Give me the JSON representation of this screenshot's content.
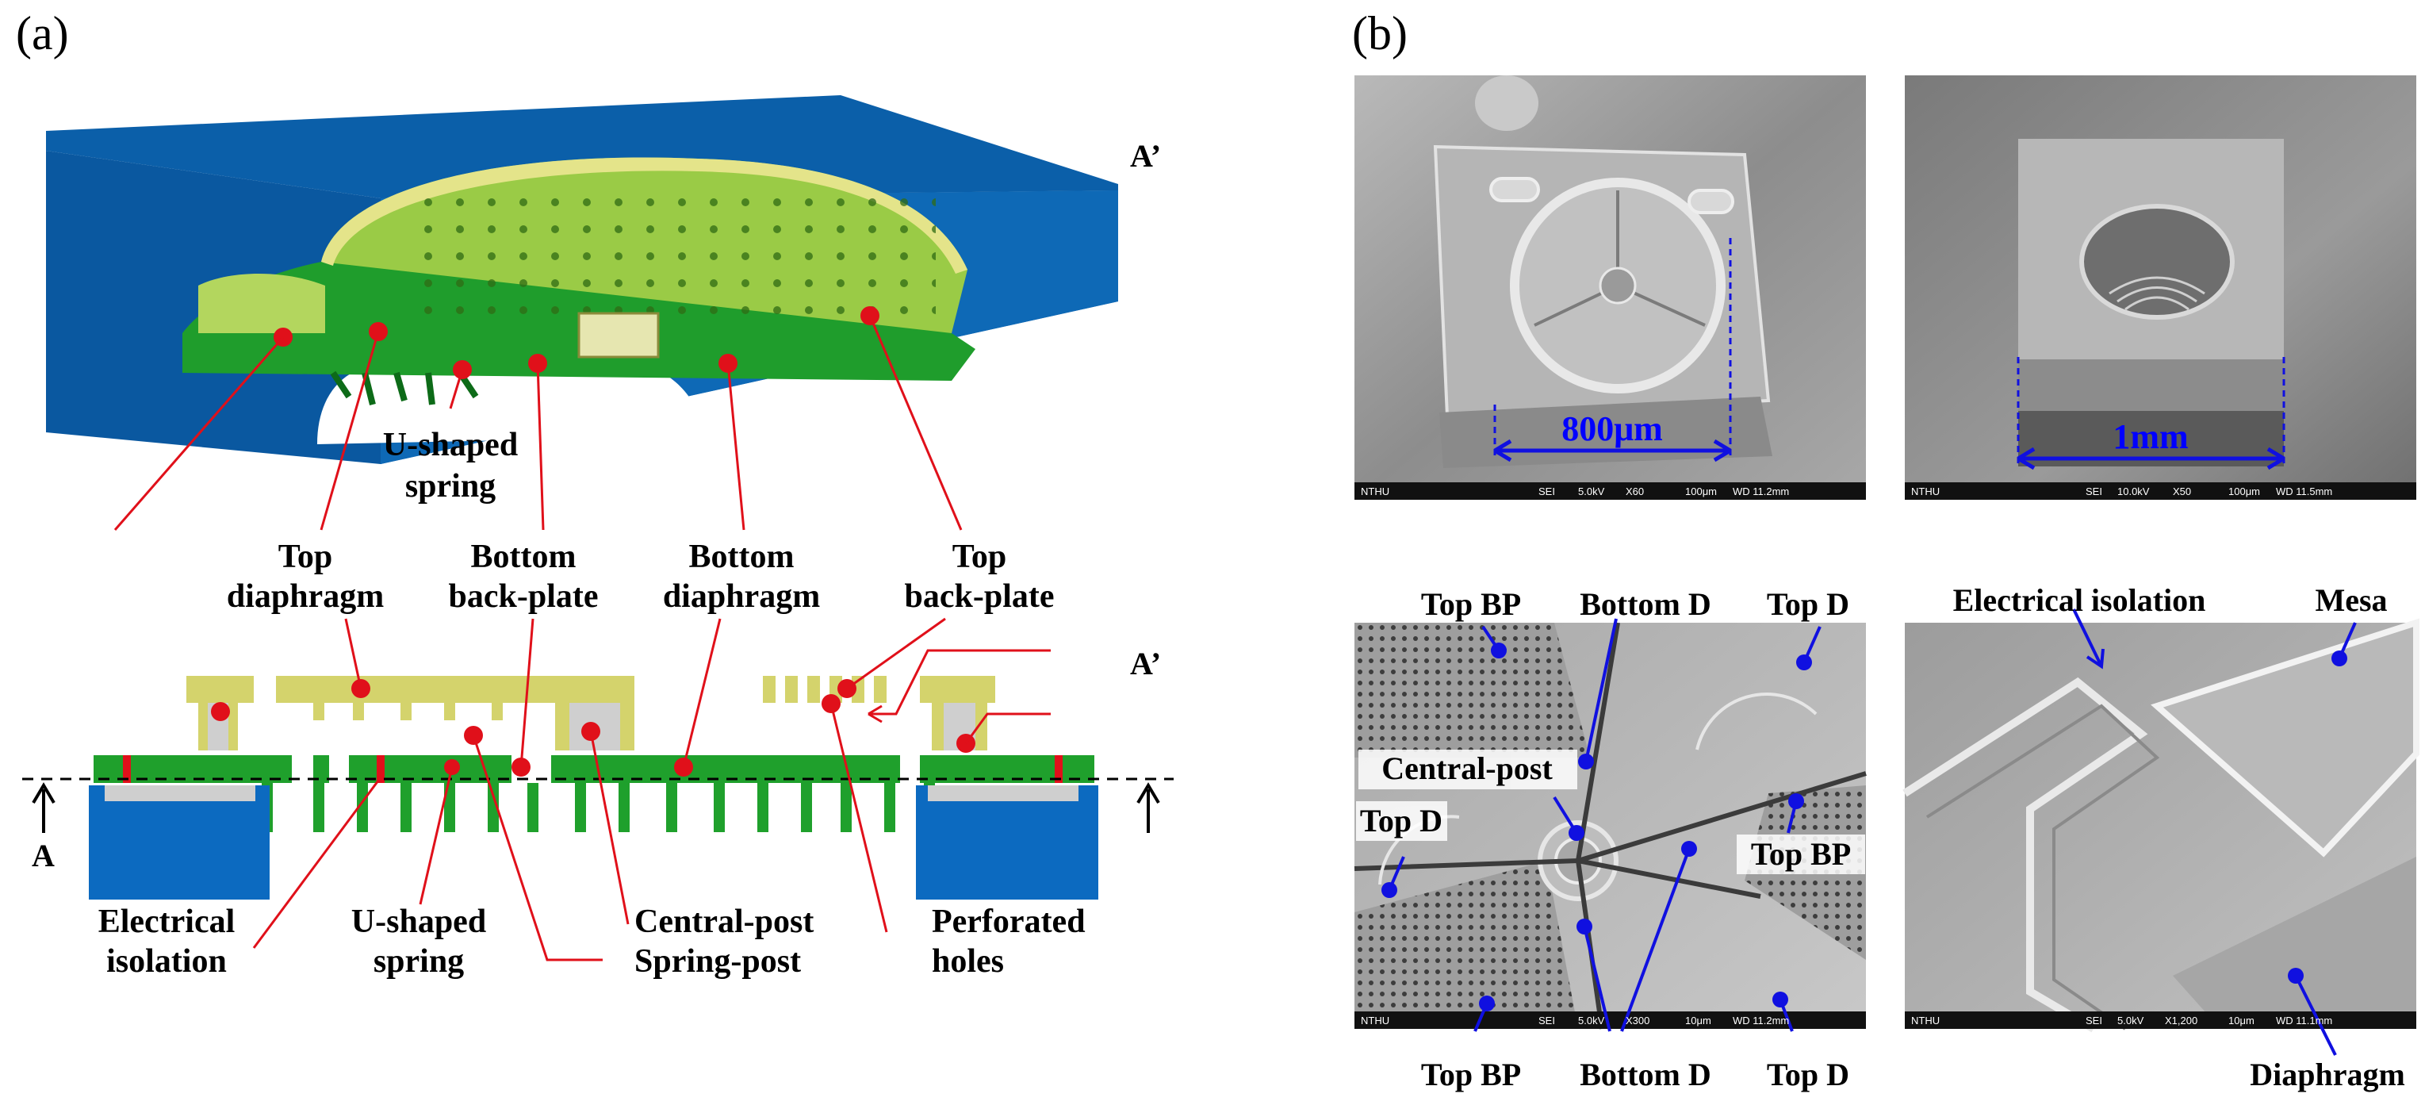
{
  "panel_a": {
    "label": "(a)",
    "section_top": "A’",
    "section_mid": "A’",
    "section_bottom": "A",
    "callouts": {
      "u_spring_1": "U-shaped",
      "u_spring_2": "spring",
      "top_diaphragm_1": "Top",
      "top_diaphragm_2": "diaphragm",
      "bottom_backplate_1": "Bottom",
      "bottom_backplate_2": "back-plate",
      "bottom_diaphragm_1": "Bottom",
      "bottom_diaphragm_2": "diaphragm",
      "top_backplate_1": "Top",
      "top_backplate_2": "back-plate",
      "elec_iso_1": "Electrical",
      "elec_iso_2": "isolation",
      "u_spring_b_1": "U-shaped",
      "u_spring_b_2": "spring",
      "central_post": "Central-post",
      "spring_post": "Spring-post",
      "perforated_1": "Perforated",
      "perforated_2": "holes"
    }
  },
  "panel_b": {
    "label": "(b)",
    "sem1": {
      "scale": "800μm",
      "bar": [
        "NTHU",
        "SEI",
        "5.0kV",
        "X60",
        "100μm",
        "WD 11.2mm"
      ]
    },
    "sem2": {
      "scale": "1mm",
      "bar": [
        "NTHU",
        "SEI",
        "10.0kV",
        "X50",
        "100μm",
        "WD 11.5mm"
      ]
    },
    "sem3": {
      "bar": [
        "NTHU",
        "SEI",
        "5.0kV",
        "X300",
        "10μm",
        "WD 11.2mm"
      ],
      "labels": {
        "top_bp_1": "Top BP",
        "bottom_d_1": "Bottom D",
        "top_d_1": "Top D",
        "central_post": "Central-post",
        "top_d_2": "Top D",
        "top_bp_2": "Top BP",
        "top_bp_3": "Top BP",
        "bottom_d_2": "Bottom D",
        "top_d_3": "Top D"
      }
    },
    "sem4": {
      "bar": [
        "NTHU",
        "SEI",
        "5.0kV",
        "X1,200",
        "10μm",
        "WD 11.1mm"
      ],
      "labels": {
        "elec_iso": "Electrical isolation",
        "mesa": "Mesa",
        "diaphragm": "Diaphragm"
      }
    }
  },
  "colors": {
    "substrate": "#0a5ea8",
    "substrate_side": "#0c4f8e",
    "green": "#1fa02c",
    "dark_green": "#157a1f",
    "light_green": "#b8d85a",
    "yellow": "#d4d36c",
    "callout_red": "#e0101a",
    "callout_blue": "#1010e0",
    "sem_gray": "#9a9a9a"
  }
}
